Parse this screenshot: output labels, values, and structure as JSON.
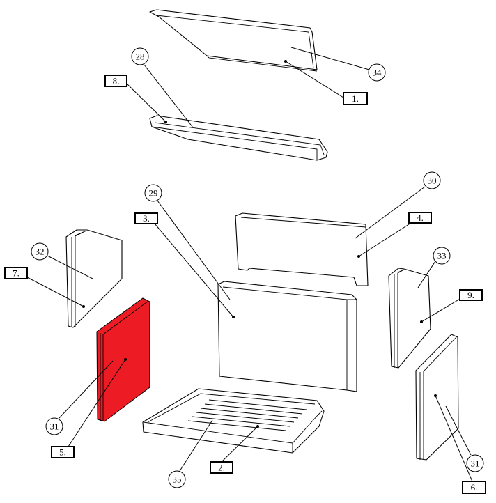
{
  "diagram": {
    "highlight_color": "#ED1C24",
    "callouts_circle": {
      "c34": "34",
      "c28": "28",
      "c30": "30",
      "c29": "29",
      "c32": "32",
      "c33": "33",
      "c31a": "31",
      "c31b": "31",
      "c35": "35"
    },
    "callouts_box": {
      "b1": "1.",
      "b8": "8.",
      "b3": "3.",
      "b4": "4.",
      "b7": "7.",
      "b9": "9.",
      "b5": "5.",
      "b2": "2.",
      "b6": "6."
    }
  }
}
